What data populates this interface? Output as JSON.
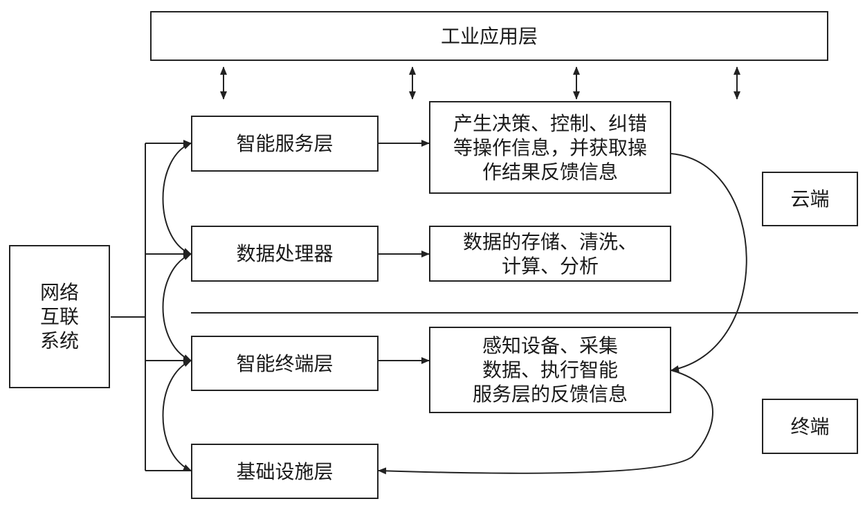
{
  "top_layer": "工业应用层",
  "network": {
    "lines": [
      "网络",
      "互联",
      "系统"
    ]
  },
  "layers": {
    "service": "智能服务层",
    "processor": "数据处理器",
    "terminal": "智能终端层",
    "infra": "基础设施层"
  },
  "descriptions": {
    "service": [
      "产生决策、控制、纠错",
      "等操作信息，并获取操",
      "作结果反馈信息"
    ],
    "processor": [
      "数据的存储、清洗、",
      "计算、分析"
    ],
    "terminal": [
      "感知设备、采集",
      "数据、执行智能",
      "服务层的反馈信息"
    ]
  },
  "sides": {
    "cloud": "云端",
    "edge": "终端"
  },
  "colors": {
    "line": "#222222",
    "background": "#ffffff"
  }
}
